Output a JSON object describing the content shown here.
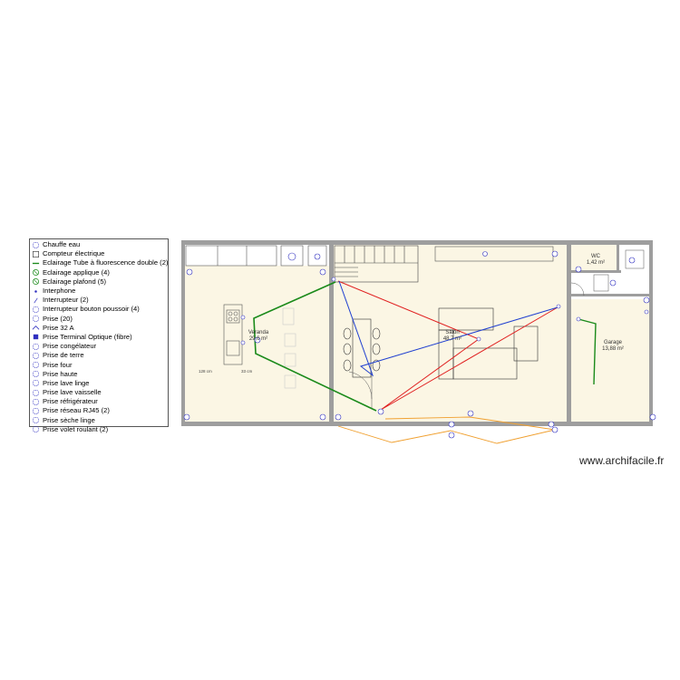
{
  "legend": {
    "items": [
      {
        "label": "Chauffe eau",
        "icon": "water-heater-icon"
      },
      {
        "label": "Compteur électrique",
        "icon": "electric-meter-icon"
      },
      {
        "label": "Eclairage Tube à fluorescence double (2)",
        "icon": "fluorescent-tube-icon"
      },
      {
        "label": "Eclairage applique (4)",
        "icon": "wall-light-icon"
      },
      {
        "label": "Eclairage plafond (5)",
        "icon": "ceiling-light-icon"
      },
      {
        "label": "Interphone",
        "icon": "intercom-icon"
      },
      {
        "label": "Interrupteur (2)",
        "icon": "switch-icon"
      },
      {
        "label": "Interrupteur bouton poussoir (4)",
        "icon": "push-button-switch-icon"
      },
      {
        "label": "Prise (20)",
        "icon": "socket-icon"
      },
      {
        "label": "Prise 32 A",
        "icon": "socket-32a-icon"
      },
      {
        "label": "Prise Terminal Optique (fibre)",
        "icon": "fiber-socket-icon"
      },
      {
        "label": "Prise congélateur",
        "icon": "freezer-socket-icon"
      },
      {
        "label": "Prise de terre",
        "icon": "ground-socket-icon"
      },
      {
        "label": "Prise four",
        "icon": "oven-socket-icon"
      },
      {
        "label": "Prise haute",
        "icon": "high-socket-icon"
      },
      {
        "label": "Prise lave linge",
        "icon": "washer-socket-icon"
      },
      {
        "label": "Prise lave vaisselle",
        "icon": "dishwasher-socket-icon"
      },
      {
        "label": "Prise réfrigérateur",
        "icon": "fridge-socket-icon"
      },
      {
        "label": "Prise réseau RJ45 (2)",
        "icon": "rj45-socket-icon"
      },
      {
        "label": "Prise sèche linge",
        "icon": "dryer-socket-icon"
      },
      {
        "label": "Prise volet roulant (2)",
        "icon": "shutter-socket-icon"
      }
    ]
  },
  "rooms": {
    "veranda": {
      "name": "Veranda",
      "area": "29,6 m²"
    },
    "salon": {
      "name": "Salon",
      "area": "48,7 m²"
    },
    "wc": {
      "name": "WC",
      "area": "1,42 m²"
    },
    "garage": {
      "name": "Garage",
      "area": "13,88 m²"
    }
  },
  "dimensions": {
    "veranda_width": "128 cm",
    "veranda_small": "33 cm"
  },
  "colors": {
    "wall": "#9e9e9e",
    "floor": "#fbf6e4",
    "wire_green": "#1a8a1a",
    "wire_red": "#e02020",
    "wire_blue": "#2040d0",
    "wire_orange": "#f0a030",
    "symbol": "#3030c0"
  },
  "watermark": "www.archifacile.fr"
}
